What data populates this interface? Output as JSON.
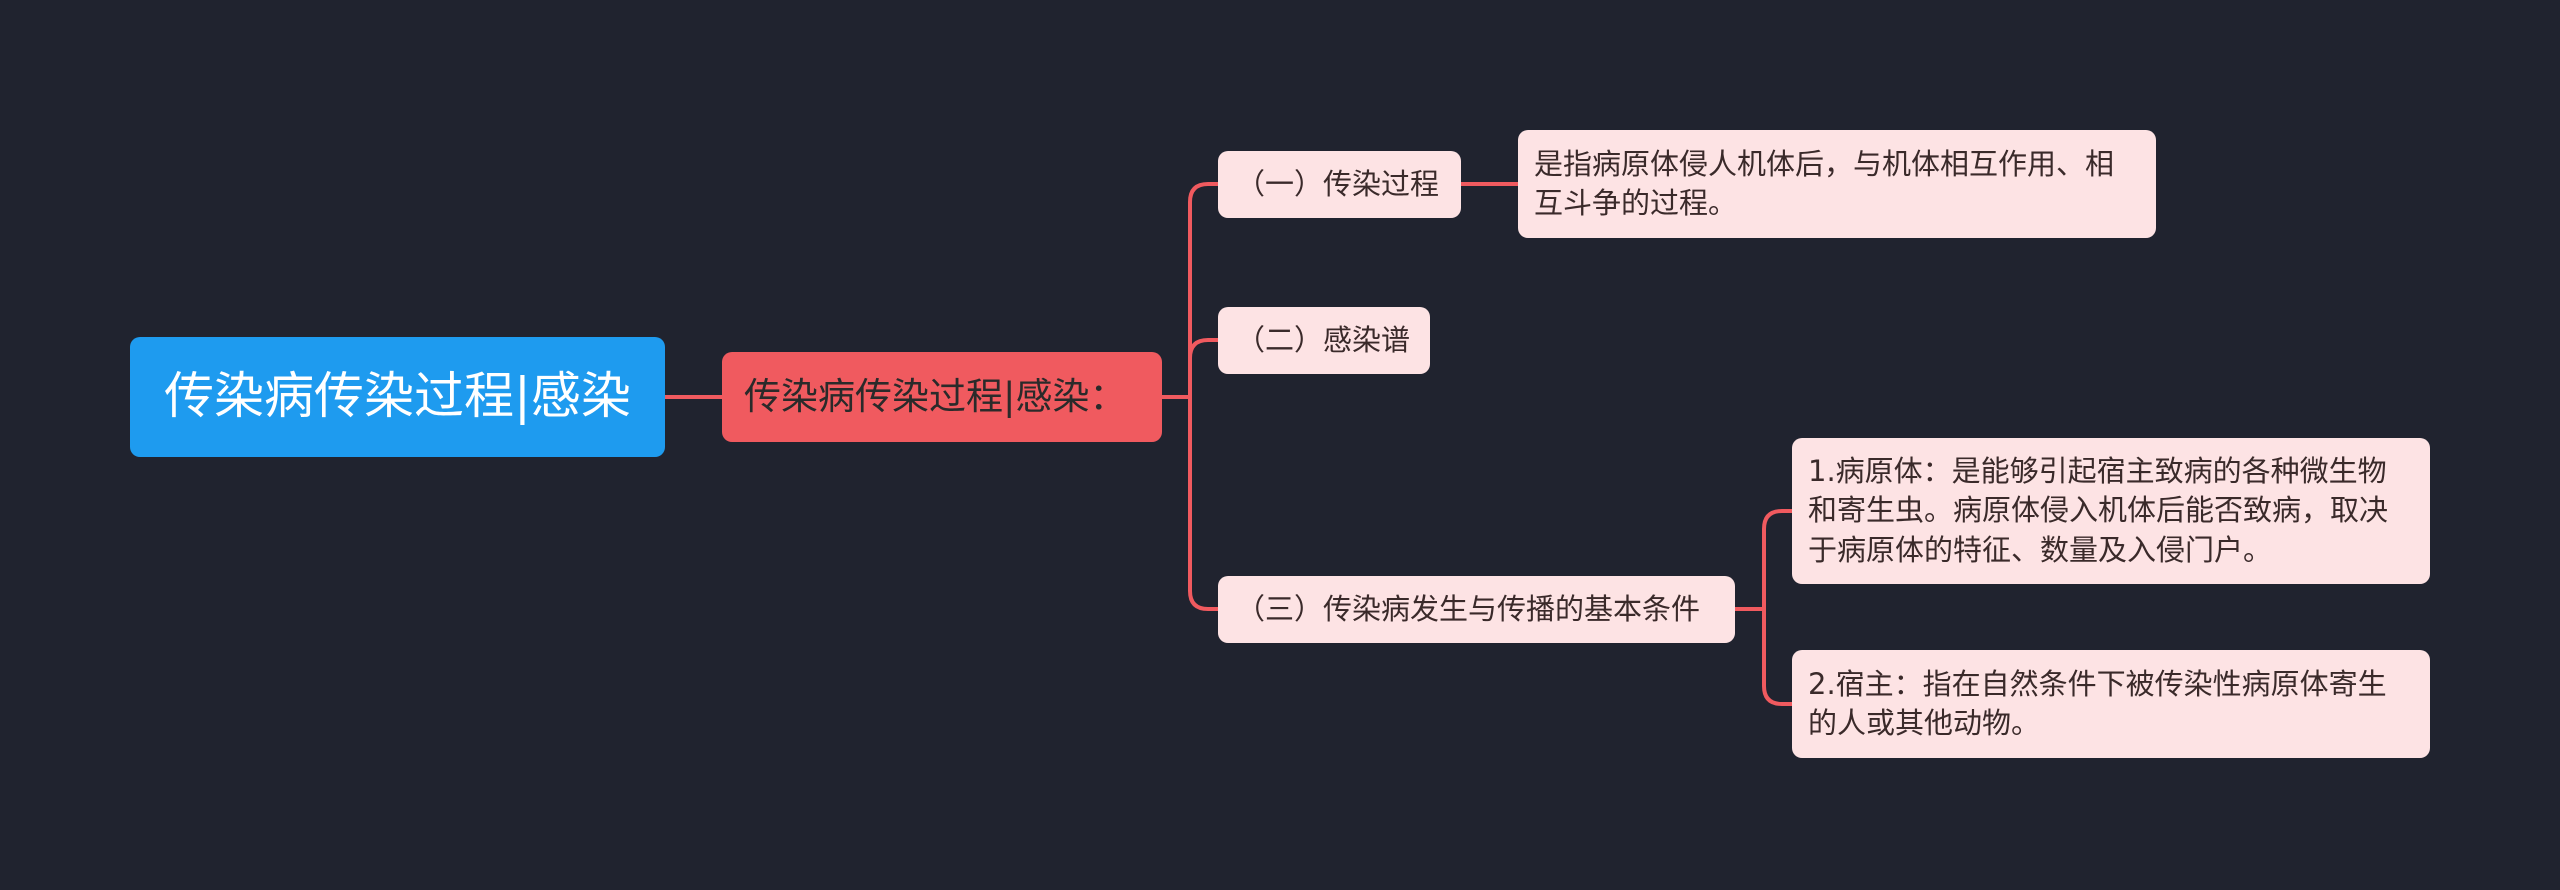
{
  "colors": {
    "background": "#20232f",
    "root_fill": "#1e9bef",
    "level1_fill": "#f05a5f",
    "leaf_fill": "#fde3e4",
    "connector": "#f05a5f"
  },
  "mindmap": {
    "root": "传染病传染过程|感染",
    "level1": "传染病传染过程|感染：",
    "branches": [
      {
        "label": "（一）传染过程",
        "children": [
          "是指病原体侵人机体后，与机体相互作用、相互斗争的过程。"
        ]
      },
      {
        "label": "（二）感染谱",
        "children": []
      },
      {
        "label": "（三）传染病发生与传播的基本条件",
        "children": [
          "1.病原体：是能够引起宿主致病的各种微生物和寄生虫。病原体侵入机体后能否致病，取决于病原体的特征、数量及入侵门户。",
          "2.宿主：指在自然条件下被传染性病原体寄生的人或其他动物。"
        ]
      }
    ]
  }
}
